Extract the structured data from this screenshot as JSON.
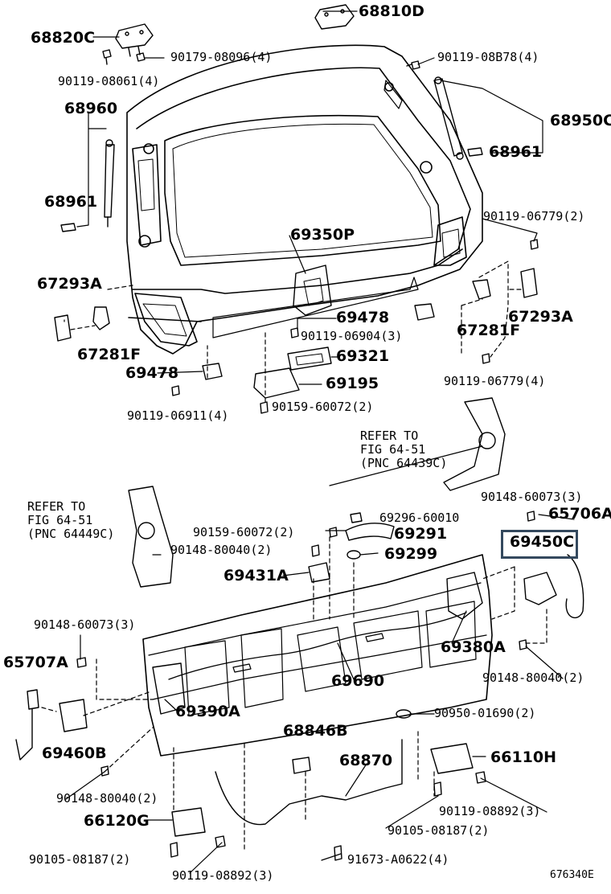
{
  "highlight_color": "#34495e",
  "labels": {
    "p68810D": "68810D",
    "p68820C": "68820C",
    "p90179_08096": "90179-08096(4)",
    "p90119_08061": "90119-08061(4)",
    "p90119_08B78": "90119-08B78(4)",
    "p68960": "68960",
    "p68950C": "68950C",
    "p68961_r": "68961",
    "p68961_l": "68961",
    "p90119_06779_top": "90119-06779(2)",
    "p69350P": "69350P",
    "p67293A_l": "67293A",
    "p67293A_r": "67293A",
    "p67281F_r": "67281F",
    "p67281F_l": "67281F",
    "p69478_r": "69478",
    "p69478_l": "69478",
    "p90119_06904": "90119-06904(3)",
    "p69321": "69321",
    "p69195": "69195",
    "p90119_06779_bot": "90119-06779(4)",
    "p90119_06911": "90119-06911(4)",
    "p90159_60072_a": "90159-60072(2)",
    "p90148_60073_r": "90148-60073(3)",
    "p65706A": "65706A",
    "p69296_60010": "69296-60010",
    "p90159_60072_b": "90159-60072(2)",
    "p69291": "69291",
    "p69450C": "69450C",
    "p90148_80040_a": "90148-80040(2)",
    "p69299": "69299",
    "p69431A": "69431A",
    "p90148_60073_l": "90148-60073(3)",
    "p69380A": "69380A",
    "p65707A": "65707A",
    "p69690": "69690",
    "p90148_80040_r": "90148-80040(2)",
    "p69390A": "69390A",
    "p90950_01690": "90950-01690(2)",
    "p68846B": "68846B",
    "p69460B": "69460B",
    "p68870": "68870",
    "p66110H": "66110H",
    "p90148_80040_l": "90148-80040(2)",
    "p90119_08892_r": "90119-08892(3)",
    "p66120G": "66120G",
    "p90105_08187_r": "90105-08187(2)",
    "p90105_08187_l": "90105-08187(2)",
    "p91673_A0622": "91673-A0622(4)",
    "p90119_08892_b": "90119-08892(3)",
    "fig_number": "676340E"
  },
  "refer_upper": [
    "REFER TO",
    "FIG 64-51",
    "(PNC 64439C)"
  ],
  "refer_lower": [
    "REFER TO",
    "FIG 64-51",
    "(PNC 64449C)"
  ]
}
